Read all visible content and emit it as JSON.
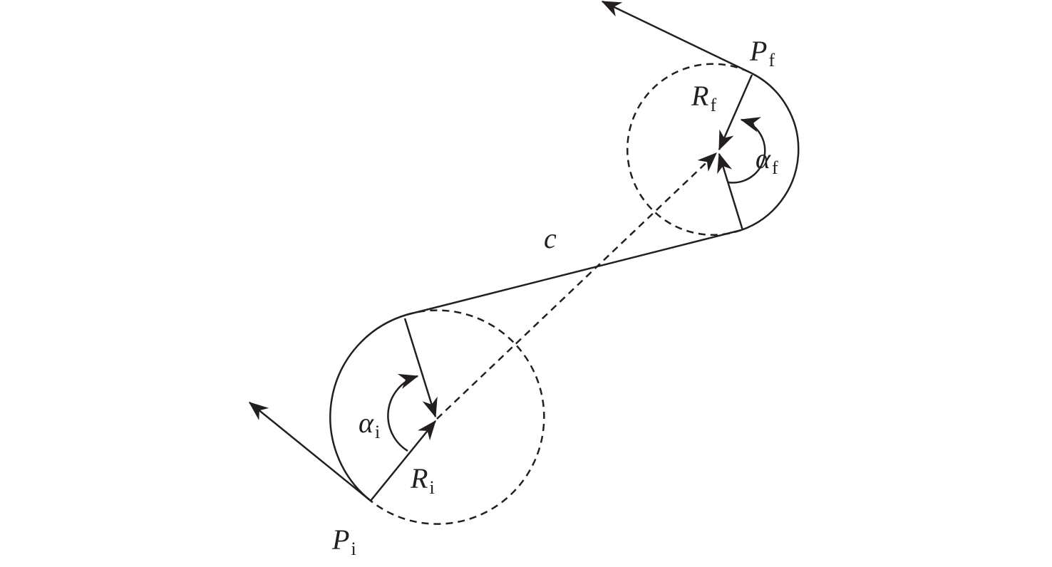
{
  "diagram": {
    "labels": {
      "p_initial": {
        "main": "P",
        "sub": "i"
      },
      "r_initial": {
        "main": "R",
        "sub": "i"
      },
      "alpha_initial": {
        "main": "α",
        "sub": "i"
      },
      "chord": {
        "main": "c"
      },
      "r_final": {
        "main": "R",
        "sub": "f"
      },
      "alpha_final": {
        "main": "α",
        "sub": "f"
      },
      "p_final": {
        "main": "P",
        "sub": "f"
      }
    },
    "colors": {
      "stroke": "#231f20"
    }
  }
}
